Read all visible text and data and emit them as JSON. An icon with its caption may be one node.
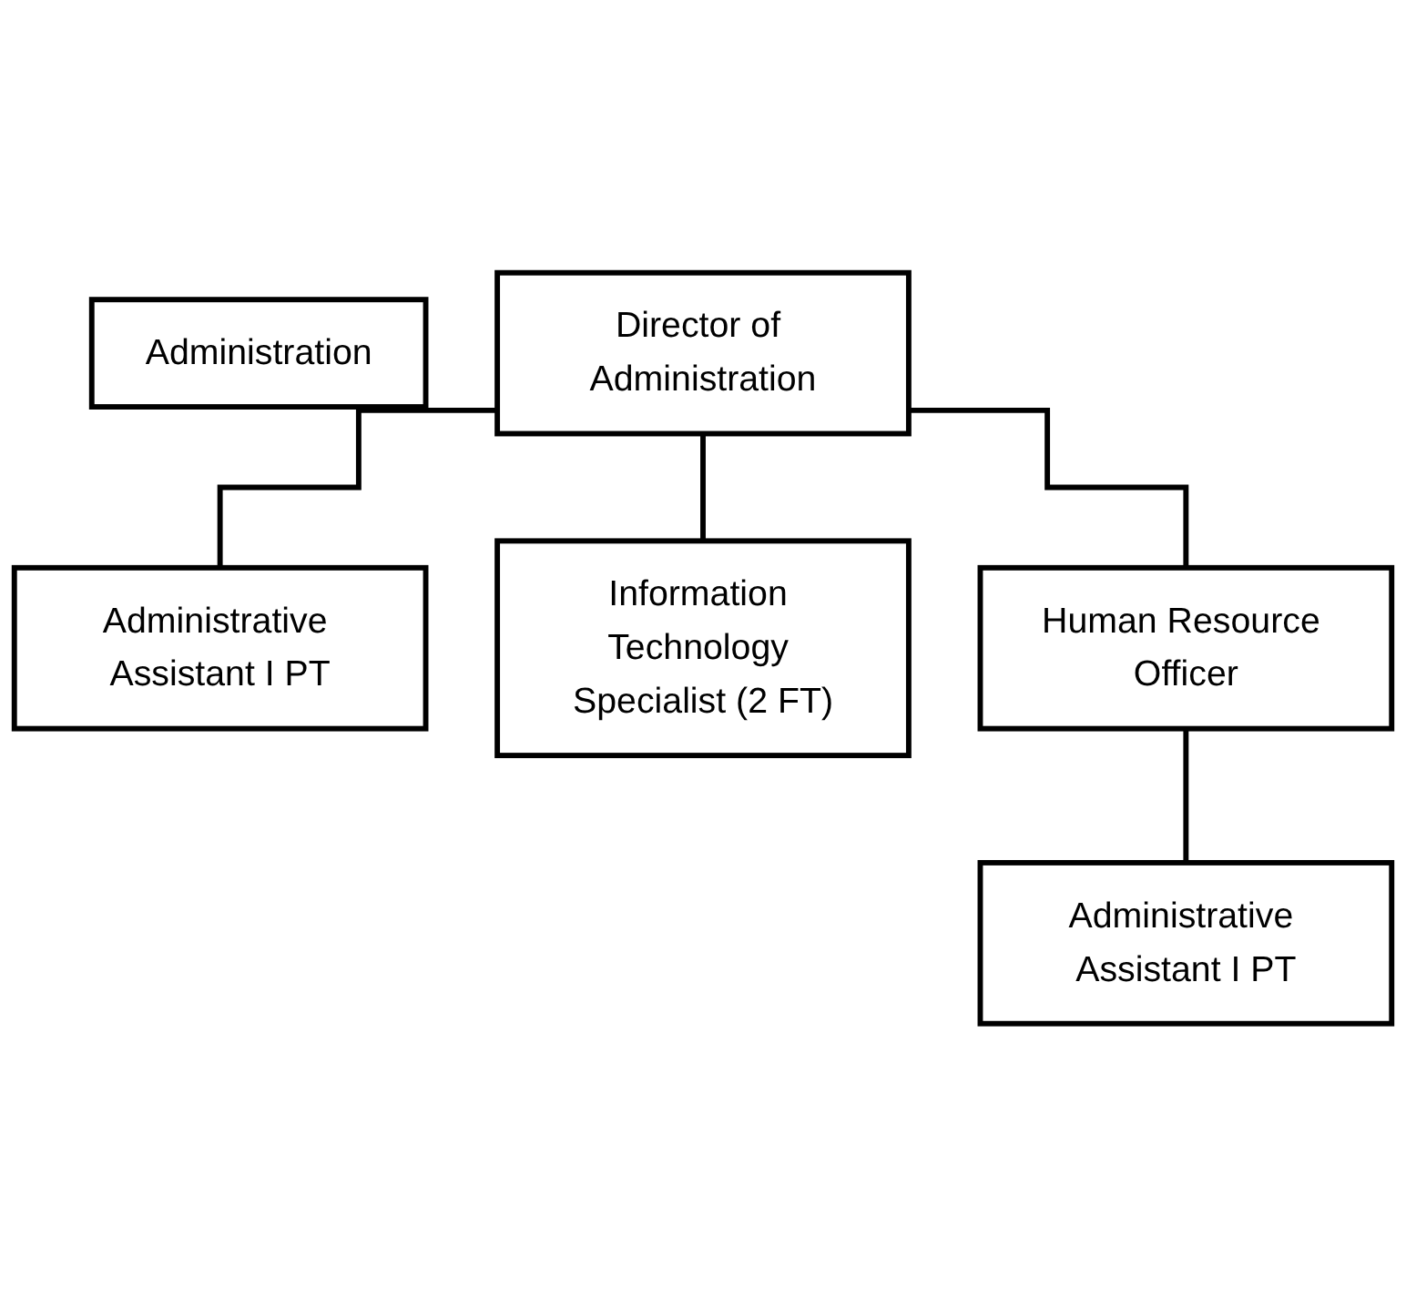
{
  "diagram": {
    "nodes": [
      {
        "text": [
          "Administration"
        ]
      },
      {
        "text": [
          "Director of Administration"
        ]
      },
      {
        "text": [
          "Administrative Assistant I PT"
        ]
      },
      {
        "text": [
          "Information Technology Specialist (2 FT)"
        ]
      },
      {
        "text": [
          "Human Resource Officer"
        ]
      },
      {
        "text": [
          "Administrative Assistant I PT"
        ]
      }
    ],
    "edges": [
      {
        "from": 1,
        "to": 2,
        "arrow": "none"
      },
      {
        "from": 1,
        "to": 3,
        "arrow": "none"
      },
      {
        "from": 1,
        "to": 4,
        "arrow": "none"
      },
      {
        "from": 4,
        "to": 5,
        "arrow": "none"
      }
    ]
  }
}
